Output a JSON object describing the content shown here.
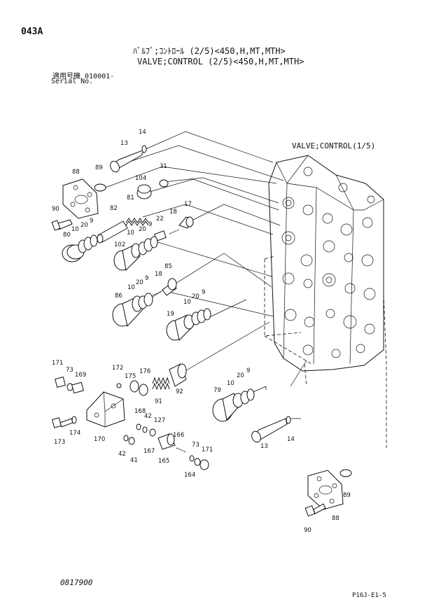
{
  "header": {
    "page_code": "043A",
    "title_jp": "ﾊﾞﾙﾌﾞ;ｺﾝﾄﾛｰﾙ (2/5)<450,H,MT,MTH>",
    "title_en": "VALVE;CONTROL (2/5)<450,H,MT,MTH>",
    "serial_label_jp": "適用号機 010001-",
    "serial_label_en": "Serial No."
  },
  "diagram": {
    "reference_label": "VALVE;CONTROL(1/5)",
    "callouts": {
      "c14a": "14",
      "c13a": "13",
      "c88a": "88",
      "c89a": "89",
      "c31": "31",
      "c104": "104",
      "c90a": "90",
      "c81": "81",
      "c82": "82",
      "c17": "17",
      "c18a": "18",
      "c22": "22",
      "c9a": "9",
      "c20a": "20",
      "c10a": "10",
      "c80": "80",
      "c10b": "10",
      "c20b": "20",
      "c9b": "9",
      "c102": "102",
      "c85": "85",
      "c18b": "18",
      "c9c": "9",
      "c20c": "20",
      "c10c": "10",
      "c86": "86",
      "c9d": "9",
      "c20d": "20",
      "c10d": "10",
      "c19": "19",
      "c171a": "171",
      "c73a": "73",
      "c169": "169",
      "c172": "172",
      "c175": "175",
      "c176": "176",
      "c91": "91",
      "c92": "92",
      "c9e": "9",
      "c20e": "20",
      "c10e": "10",
      "c79": "79",
      "c173": "173",
      "c174": "174",
      "c170": "170",
      "c168": "168",
      "c42a": "42",
      "c127": "127",
      "c42b": "42",
      "c41": "41",
      "c167": "167",
      "c165": "165",
      "c166": "166",
      "c73b": "73",
      "c171b": "171",
      "c164": "164",
      "c13b": "13",
      "c14b": "14",
      "c89b": "89",
      "c88b": "88",
      "c90b": "90"
    }
  },
  "footer": {
    "drawing_code": "0817900",
    "page_ref": "P16J-E1-5"
  }
}
